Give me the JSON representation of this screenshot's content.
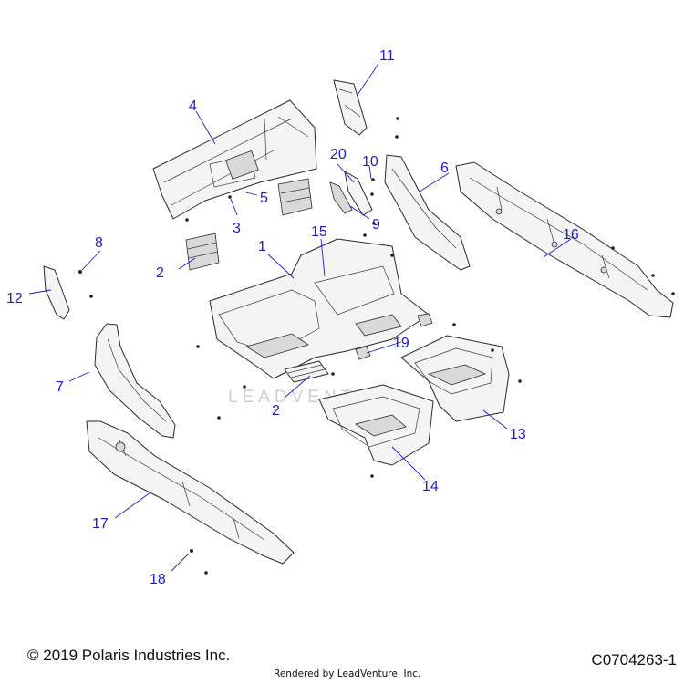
{
  "callouts": {
    "c1": "1",
    "c2a": "2",
    "c2b": "2",
    "c3": "3",
    "c4": "4",
    "c5": "5",
    "c6": "6",
    "c7": "7",
    "c8": "8",
    "c9": "9",
    "c10": "10",
    "c11": "11",
    "c12": "12",
    "c13": "13",
    "c14": "14",
    "c15": "15",
    "c16": "16",
    "c17": "17",
    "c18": "18",
    "c19": "19",
    "c20": "20"
  },
  "watermark": "LEADVENTURE",
  "footer": {
    "copyright": "© 2019 Polaris Industries Inc.",
    "rendered_by": "Rendered by LeadVenture, Inc.",
    "diagram_id": "C0704263-1"
  },
  "colors": {
    "callout": "#1c1ccf",
    "line": "#2a2a2a"
  }
}
